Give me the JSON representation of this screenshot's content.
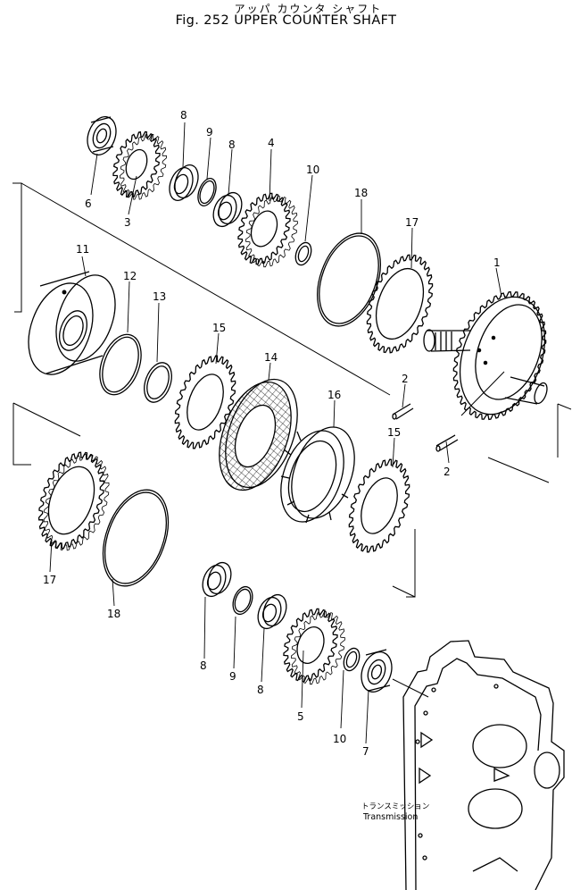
{
  "header": {
    "jp_title": "アッパ カウンタ シャフト",
    "figure_number": "Fig. 252",
    "title": "UPPER COUNTER SHAFT"
  },
  "callouts": [
    {
      "id": "c1",
      "text": "1"
    },
    {
      "id": "c2a",
      "text": "2"
    },
    {
      "id": "c2b",
      "text": "2"
    },
    {
      "id": "c3",
      "text": "3"
    },
    {
      "id": "c4",
      "text": "4"
    },
    {
      "id": "c5",
      "text": "5"
    },
    {
      "id": "c6",
      "text": "6"
    },
    {
      "id": "c7",
      "text": "7"
    },
    {
      "id": "c8a",
      "text": "8"
    },
    {
      "id": "c8b",
      "text": "8"
    },
    {
      "id": "c8c",
      "text": "8"
    },
    {
      "id": "c8d",
      "text": "8"
    },
    {
      "id": "c9a",
      "text": "9"
    },
    {
      "id": "c9b",
      "text": "9"
    },
    {
      "id": "c10a",
      "text": "10"
    },
    {
      "id": "c10b",
      "text": "10"
    },
    {
      "id": "c11",
      "text": "11"
    },
    {
      "id": "c12",
      "text": "12"
    },
    {
      "id": "c13",
      "text": "13"
    },
    {
      "id": "c14",
      "text": "14"
    },
    {
      "id": "c15a",
      "text": "15"
    },
    {
      "id": "c15b",
      "text": "15"
    },
    {
      "id": "c16",
      "text": "16"
    },
    {
      "id": "c17a",
      "text": "17"
    },
    {
      "id": "c17b",
      "text": "17"
    },
    {
      "id": "c18a",
      "text": "18"
    },
    {
      "id": "c18b",
      "text": "18"
    }
  ],
  "housing_label": {
    "jp": "トランスミッション",
    "en": "Transmission"
  }
}
